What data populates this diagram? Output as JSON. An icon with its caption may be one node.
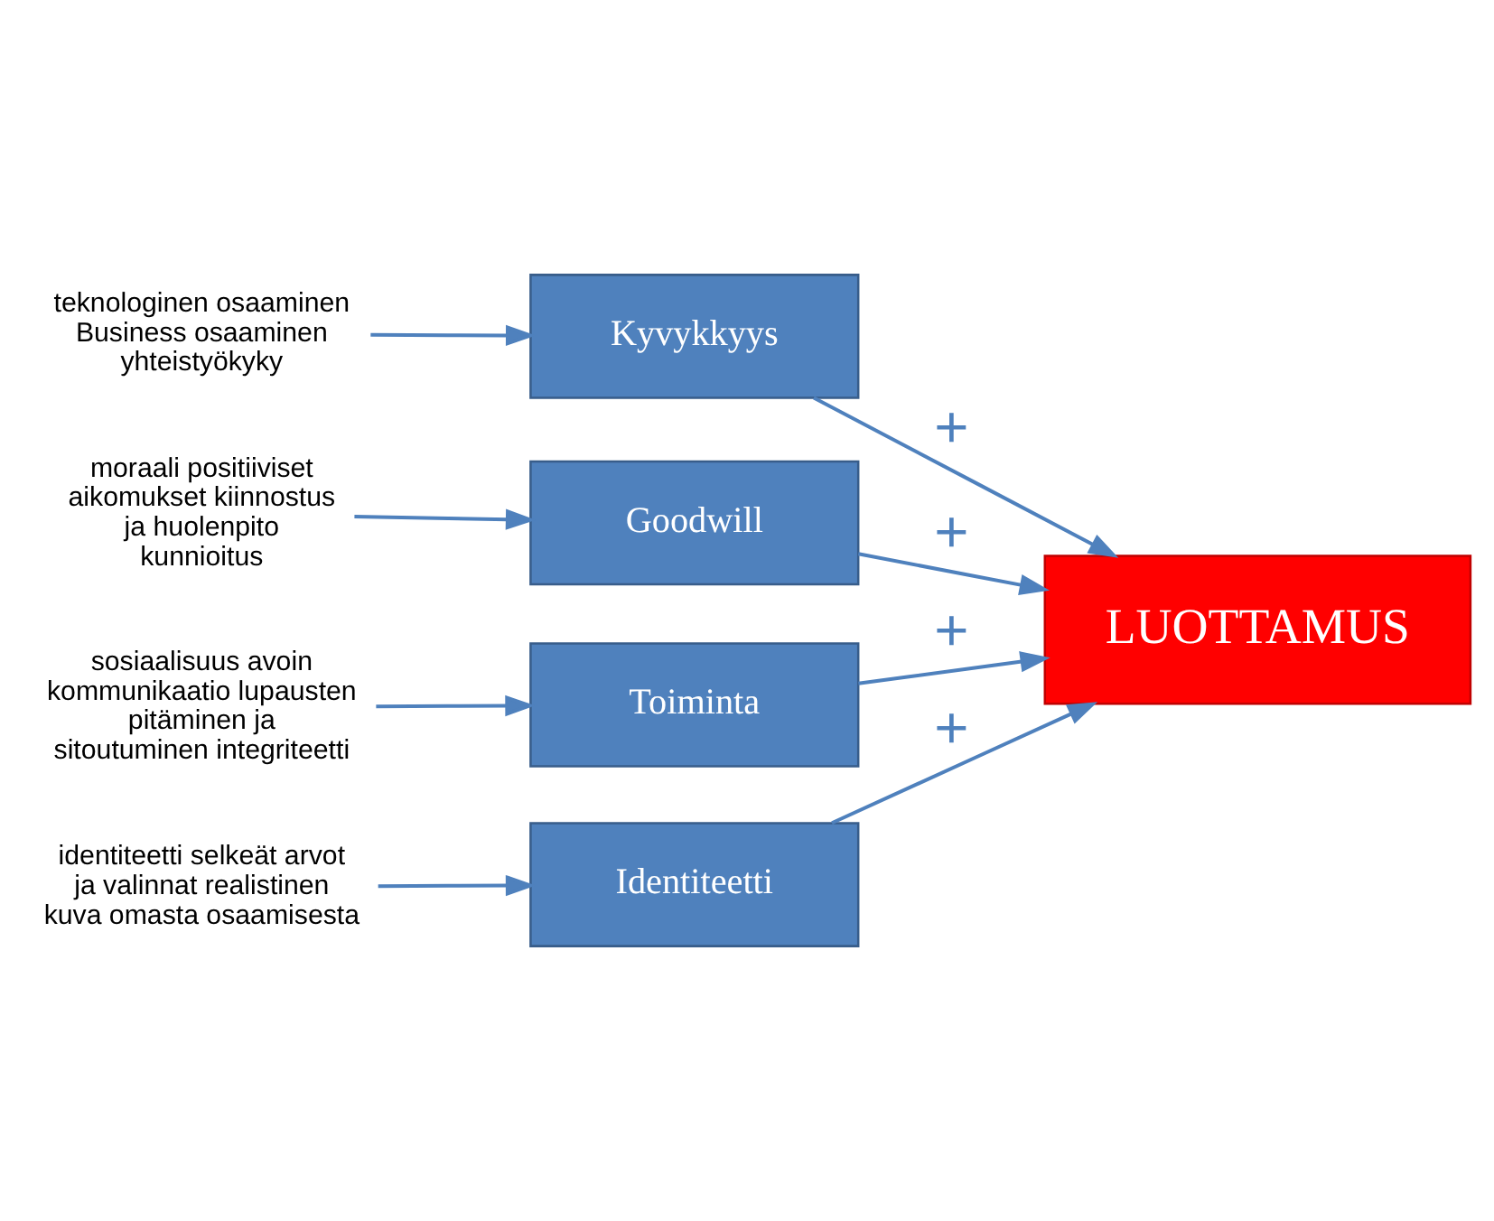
{
  "diagram": {
    "nodes": [
      {
        "text": [
          "teknologinen osaaminen Business osaaminen yhteistyökyky"
        ]
      },
      {
        "text": [
          "Kyvykkyys"
        ]
      },
      {
        "text": [
          "moraali positiiviset aikomukset kiinnostus ja huolenpito kunnioitus"
        ]
      },
      {
        "text": [
          "Goodwill"
        ]
      },
      {
        "text": [
          "LUOTTAMUS"
        ]
      },
      {
        "text": [
          "sosiaalisuus avoin kommunikaatio lupausten pitäminen ja sitoutuminen integriteetti"
        ]
      },
      {
        "text": [
          "Toiminta"
        ]
      },
      {
        "text": [
          "identiteetti selkeät arvot ja valinnat realistinen kuva omasta osaamisesta"
        ]
      },
      {
        "text": [
          "Identiteetti"
        ]
      }
    ],
    "edges": [
      {
        "from": 0,
        "to": 1,
        "arrow": "to"
      },
      {
        "from": 2,
        "to": 3,
        "arrow": "to"
      },
      {
        "from": 5,
        "to": 6,
        "arrow": "to"
      },
      {
        "from": 7,
        "to": 8,
        "arrow": "to"
      },
      {
        "from": 1,
        "to": 4,
        "arrow": "to",
        "label": "+"
      },
      {
        "from": 3,
        "to": 4,
        "arrow": "to",
        "label": "+"
      },
      {
        "from": 6,
        "to": 4,
        "arrow": "to",
        "label": "+"
      },
      {
        "from": 8,
        "to": 4,
        "arrow": "to",
        "label": "+"
      }
    ]
  }
}
